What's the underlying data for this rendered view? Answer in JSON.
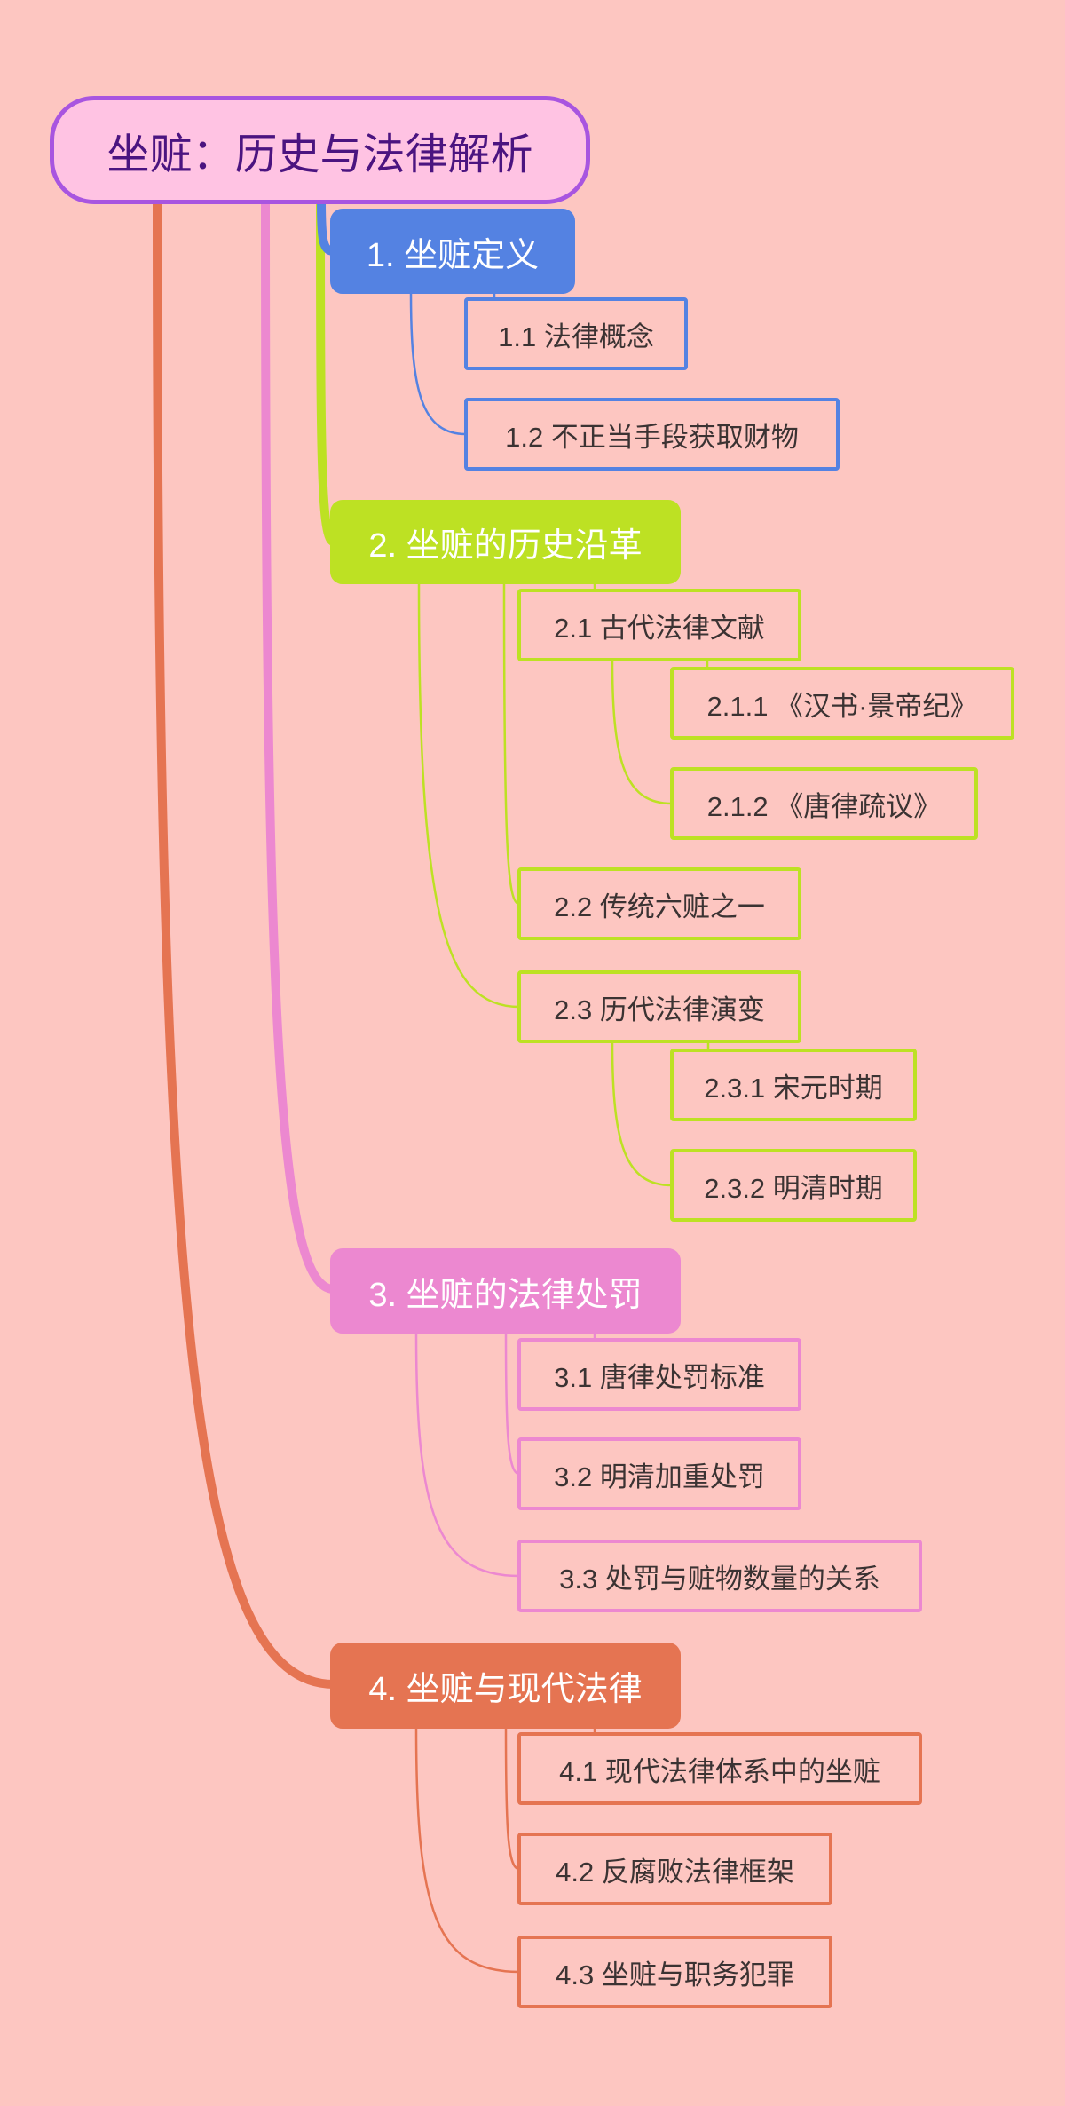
{
  "mindmap": {
    "root": {
      "label": "坐赃：历史与法律解析"
    },
    "branches": [
      {
        "label": "1. 坐赃定义",
        "color": "#5482E2",
        "children": [
          {
            "label": "1.1 法律概念"
          },
          {
            "label": "1.2 不正当手段获取财物"
          }
        ]
      },
      {
        "label": "2. 坐赃的历史沿革",
        "color": "#BDE123",
        "children": [
          {
            "label": "2.1 古代法律文献",
            "children": [
              {
                "label": "2.1.1 《汉书·景帝纪》"
              },
              {
                "label": "2.1.2 《唐律疏议》"
              }
            ]
          },
          {
            "label": "2.2 传统六赃之一"
          },
          {
            "label": "2.3 历代法律演变",
            "children": [
              {
                "label": "2.3.1 宋元时期"
              },
              {
                "label": "2.3.2 明清时期"
              }
            ]
          }
        ]
      },
      {
        "label": "3. 坐赃的法律处罚",
        "color": "#EC88D0",
        "children": [
          {
            "label": "3.1 唐律处罚标准"
          },
          {
            "label": "3.2 明清加重处罚"
          },
          {
            "label": "3.3 处罚与赃物数量的关系"
          }
        ]
      },
      {
        "label": "4. 坐赃与现代法律",
        "color": "#E57452",
        "children": [
          {
            "label": "4.1 现代法律体系中的坐赃"
          },
          {
            "label": "4.2 反腐败法律框架"
          },
          {
            "label": "4.3 坐赃与职务犯罪"
          }
        ]
      }
    ]
  },
  "theme": {
    "background": "#FDC6C1",
    "root_fill": "#FFC3E3",
    "root_border": "#A855E0",
    "root_text": "#4B1480",
    "main_text": "#FFFFFF",
    "sub_text": "#3B3333"
  }
}
